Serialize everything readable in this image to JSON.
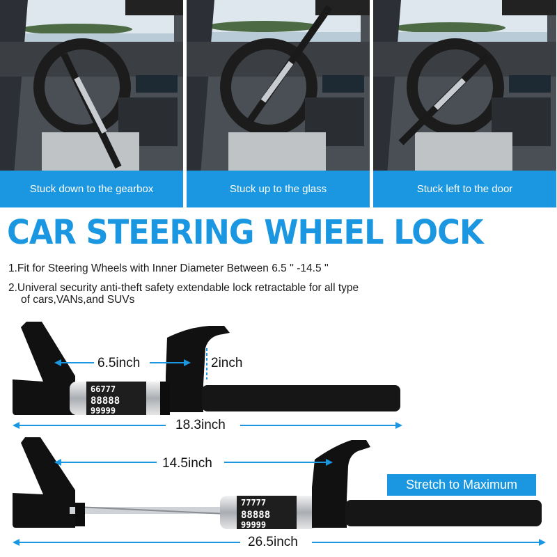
{
  "panels": [
    {
      "caption": "Stuck down to the gearbox"
    },
    {
      "caption": "Stuck up to the glass"
    },
    {
      "caption": "Stuck left to the door"
    }
  ],
  "title": "CAR STEERING WHEEL LOCK",
  "features": [
    "1.Fit for Steering Wheels with Inner Diameter Between 6.5 '' -14.5 ''",
    "2.Univeral security anti-theft safety extendable lock retractable for all type",
    "of cars,VANs,and SUVs"
  ],
  "dimensions": {
    "min_width": "6.5inch",
    "hook_depth": "2inch",
    "min_length": "18.3inch",
    "max_width": "14.5inch",
    "max_length": "26.5inch"
  },
  "stretch_label": "Stretch to Maximum",
  "combination_digits": [
    "6",
    "7",
    "8",
    "9"
  ],
  "colors": {
    "accent": "#1a97e0",
    "caption_bg": "#1a97e0",
    "lock_body": "#111111"
  }
}
